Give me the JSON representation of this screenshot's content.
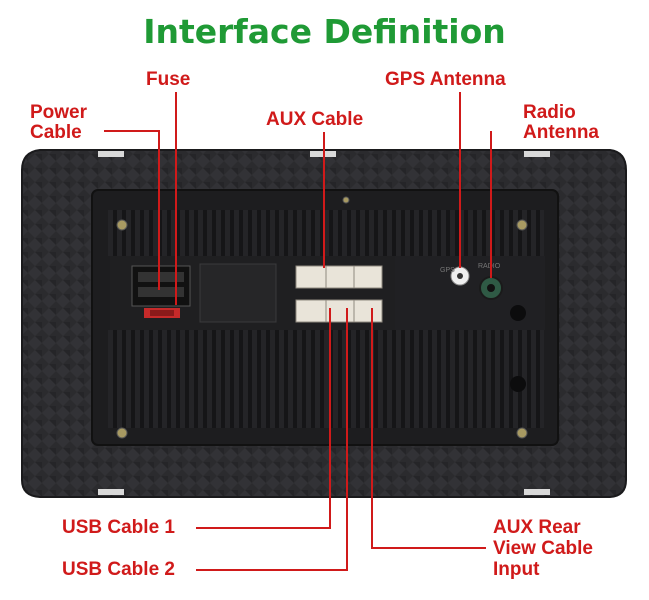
{
  "title": "Interface Definition",
  "colors": {
    "title": "#1f9a35",
    "label": "#d01a1a",
    "leader": "#d01a1a",
    "unit_body": "#2a2a2c",
    "unit_panel": "#1c1c1e"
  },
  "labels": {
    "fuse": "Fuse",
    "power_cable_1": "Power",
    "power_cable_2": "Cable",
    "gps_antenna": "GPS Antenna",
    "aux_cable": "AUX Cable",
    "radio_antenna_1": "Radio",
    "radio_antenna_2": "Antenna",
    "usb_cable_1": "USB Cable 1",
    "usb_cable_2": "USB Cable 2",
    "aux_rear_1": "AUX Rear",
    "aux_rear_2": "View Cable",
    "aux_rear_3": "Input"
  },
  "panel_marks": {
    "gps": "GPS",
    "radio": "RADIO"
  }
}
